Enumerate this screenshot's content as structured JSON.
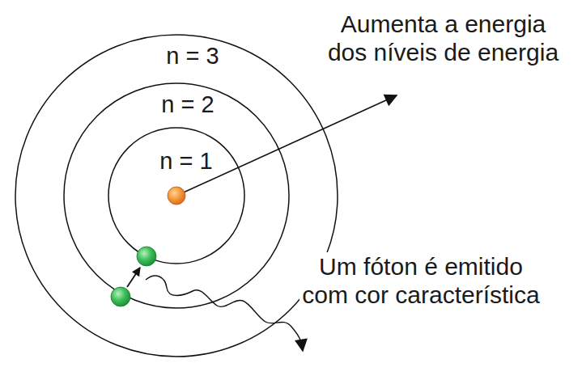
{
  "diagram": {
    "nodes": [
      {
        "text": [
          "n = 3"
        ]
      },
      {
        "text": [
          "n = 2"
        ],
        "in": 0
      },
      {
        "text": [
          "n = 1"
        ],
        "in": 1
      }
    ],
    "labels": [
      "Aumenta a energia dos níveis de energia",
      "Um fóton é emitido com cor característica"
    ]
  }
}
